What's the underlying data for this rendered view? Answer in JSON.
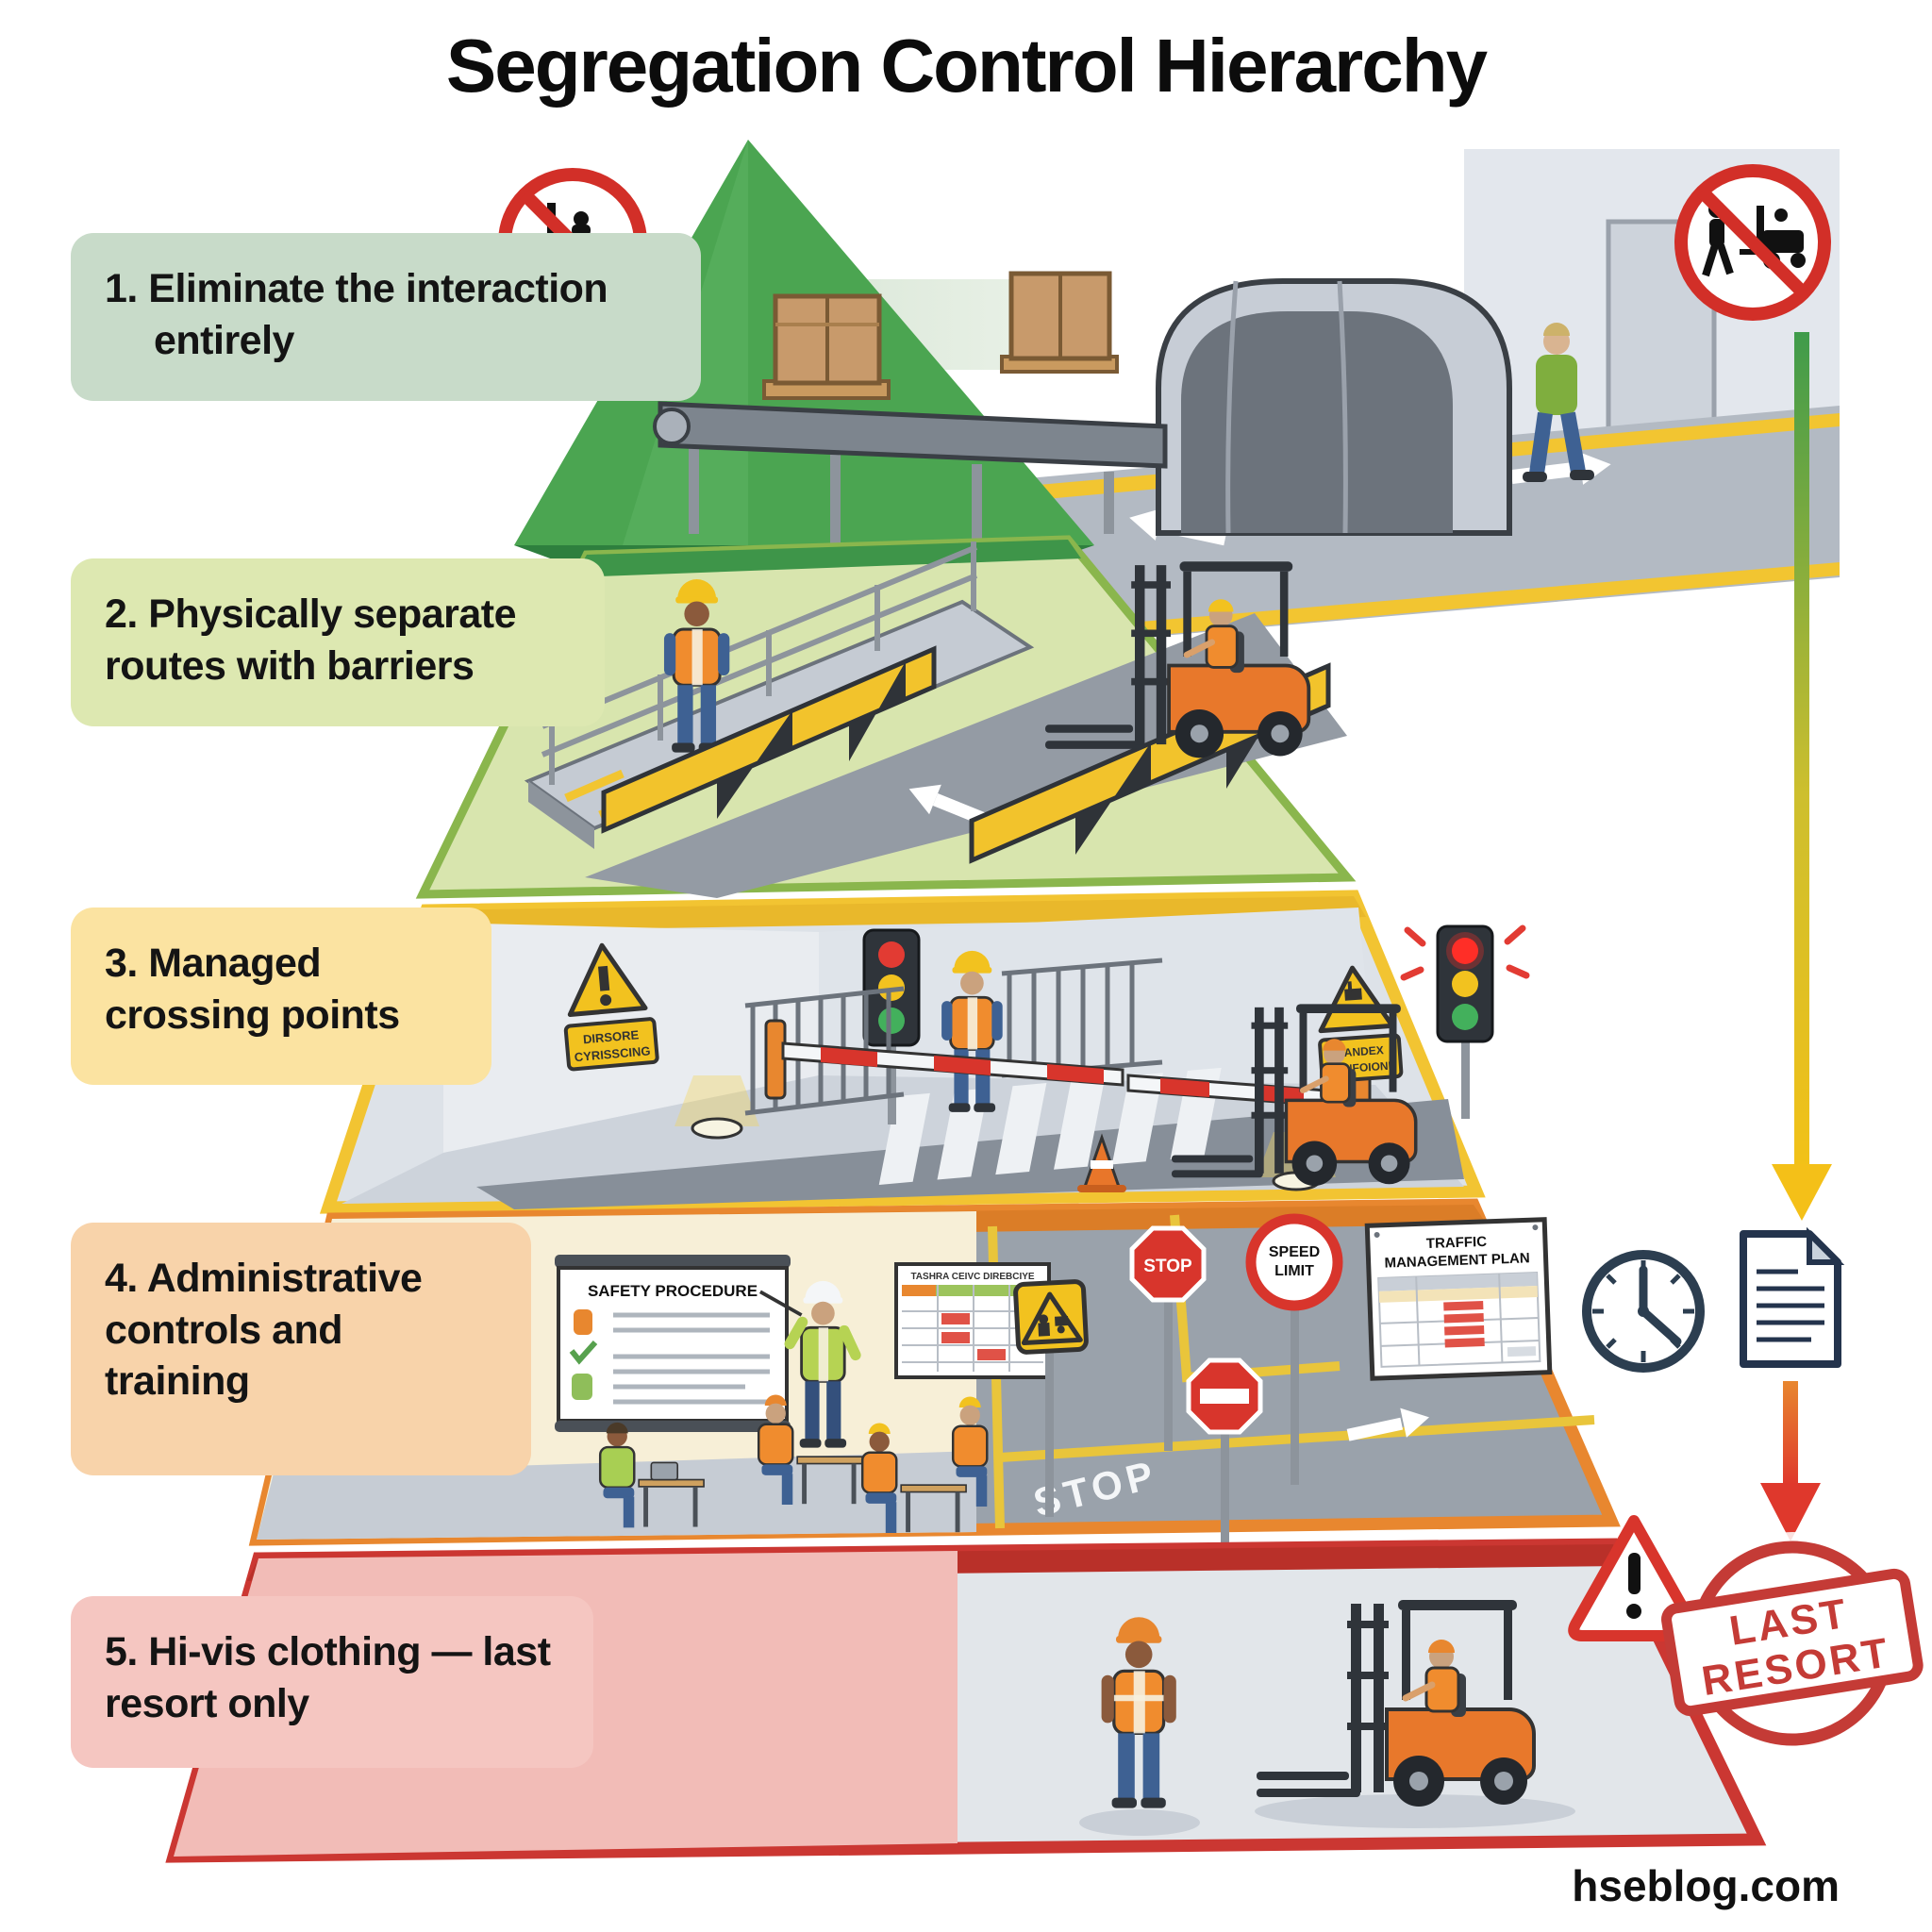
{
  "title": "Segregation Control Hierarchy",
  "watermark": "hseblog.com",
  "levels": [
    {
      "label": "1. Eliminate the interaction entirely",
      "box_color": "#c8dbc9",
      "band_color": "#3f9b4b"
    },
    {
      "label": "2. Physically separate routes with barriers",
      "box_color": "#dde8b1",
      "band_color": "#86b34c"
    },
    {
      "label": "3. Managed crossing points",
      "box_color": "#fbe3a1",
      "band_color": "#f2c432"
    },
    {
      "label": "4. Administrative controls and training",
      "box_color": "#f8d3aa",
      "band_color": "#e8872f"
    },
    {
      "label": "5. Hi-vis clothing — last resort only",
      "box_color": "#f5c6c1",
      "band_color": "#cb3732"
    }
  ],
  "scene_text": {
    "safety_poster_title": "SAFETY PROCEDURE",
    "training_chart_title": "TASHRA CEIVC DIREBCIYE",
    "traffic_plan_line1": "TRAFFIC",
    "traffic_plan_line2": "MANAGEMENT PLAN",
    "stop_sign": "STOP",
    "speed_limit_line1": "SPEED",
    "speed_limit_line2": "LIMIT",
    "road_marking_stop": "STOP",
    "crossing_sign_line1": "DIRSORE",
    "crossing_sign_line2": "CYRISSCING",
    "vehicle_sign_line1": "SANDEX",
    "vehicle_sign_line2": "WANFOIONN",
    "stamp_line1": "LAST",
    "stamp_line2": "RESORT"
  },
  "colors": {
    "arrow_gradient_top": [
      "#3f9b4b",
      "#f2c118"
    ],
    "arrow_gradient_bottom": [
      "#e8872f",
      "#df382c"
    ],
    "stamp_red": "#c43b36",
    "icon_navy": "#2c3e50",
    "prohibition_red": "#d22f28",
    "forklift_orange": "#e8782b",
    "hivis_orange": "#f08c2e"
  }
}
